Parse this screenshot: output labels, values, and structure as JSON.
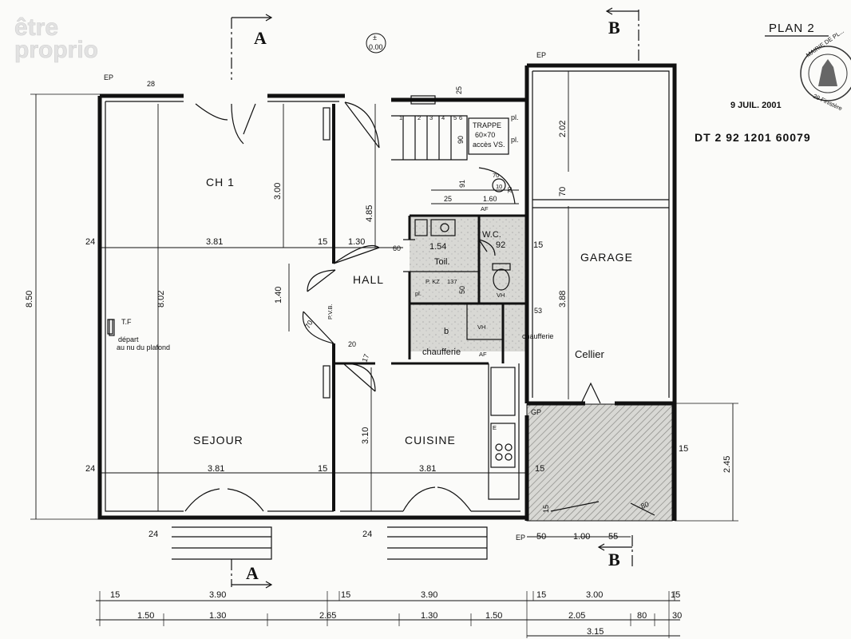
{
  "watermark": {
    "line1": "être",
    "line2": "proprio"
  },
  "title": {
    "plan": "PLAN 2",
    "date": "9 JUIL. 2001",
    "permit": "DT 2 92 1201 60079"
  },
  "stamp": {
    "top": "MAIRIE DE PL...",
    "bottom": "29 Finistère"
  },
  "level_marker": {
    "sign": "±",
    "value": "0.00"
  },
  "sections": {
    "a": "A",
    "b": "B"
  },
  "rooms": {
    "ch1": "CH 1",
    "hall": "HALL",
    "sejour": "SEJOUR",
    "cuisine": "CUISINE",
    "garage": "GARAGE",
    "cellier": "Cellier",
    "wc": "W.C.",
    "toil": "Toil.",
    "chaufferie": "chaufferie",
    "chaufferie2": "chaufferie"
  },
  "annotations": {
    "trappe": "TRAPPE",
    "trappe_size": "60×70",
    "trappe_access": "accès VS.",
    "pl1": "pl.",
    "pl2": "pl.",
    "pl3": "pl.",
    "ep1": "EP",
    "ep2": "EP",
    "ep3": "EP",
    "gp": "GP",
    "tf": "T.F",
    "tf_depart": "départ",
    "tf_plafond": "au nu du plafond",
    "pvb": "P.V.B.",
    "af1": "AF",
    "af2": "AF",
    "vh1": "VH",
    "vh2": "VH",
    "pkz": "P. KZ",
    "e": "E",
    "b": "b"
  },
  "dimensions": {
    "overall_height": "8.50",
    "ch1_height": "3.00",
    "sejour_height": "8.02",
    "hall_height": "4.85",
    "hall_lower": "1.40",
    "cuisine_height": "3.10",
    "garage_top": "2.02",
    "garage_mid": "70",
    "garage_main": "3.88",
    "terrace_height": "2.45",
    "ch1_width": "3.81",
    "hall_width": "1.30",
    "sejour_width": "3.81",
    "cuisine_width": "3.81",
    "wc_width": "1.54",
    "wc_small": "92",
    "stair_w": "1.60",
    "w15a": "15",
    "w15b": "15",
    "w15c": "15",
    "w15d": "15",
    "w15e": "15",
    "w24a": "24",
    "w24b": "24",
    "w24c": "24",
    "w24d": "24",
    "w28": "28",
    "w25": "25",
    "w25b": "25",
    "w90": "90",
    "w91": "91",
    "w60": "60",
    "w50": "50",
    "w53": "53",
    "w20": "20",
    "w17": "17",
    "w70a": "70",
    "w70b": "70",
    "w70c": "70",
    "w10": "10",
    "w137": "137",
    "p50": "50",
    "p100": "1.00",
    "p55": "55",
    "p80": "80",
    "s1": "1",
    "s2": "2",
    "s3": "3",
    "s4": "4",
    "s5": "5",
    "s6": "6",
    "top_total_1": "15",
    "top_total_2": "3.90",
    "top_total_3": "15",
    "top_total_4": "3.90",
    "top_total_5": "15",
    "top_total_6": "3.00",
    "top_total_7": "15",
    "bot_1": "1.50",
    "bot_2": "1.30",
    "bot_3": "2.65",
    "bot_4": "1.30",
    "bot_5": "1.50",
    "bot_6": "2.05",
    "bot_7": "80",
    "bot_8": "30",
    "bot_total": "3.15"
  }
}
